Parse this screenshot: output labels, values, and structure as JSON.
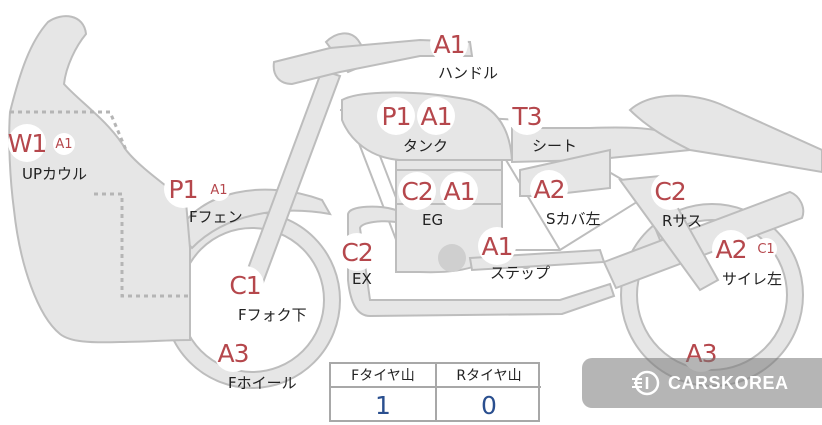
{
  "parts": [
    {
      "id": "handle",
      "label": "ハンドル",
      "codes": [
        "A1"
      ]
    },
    {
      "id": "tank",
      "label": "タンク",
      "codes": [
        "P1",
        "A1"
      ]
    },
    {
      "id": "seat",
      "label": "シート",
      "codes": [
        "T3"
      ]
    },
    {
      "id": "up-cowl",
      "label": "UPカウル",
      "codes": [
        "W1",
        "A1"
      ]
    },
    {
      "id": "front-fender",
      "label": "Fフェン",
      "codes": [
        "P1",
        "A1"
      ]
    },
    {
      "id": "engine",
      "label": "EG",
      "codes": [
        "C2",
        "A1"
      ]
    },
    {
      "id": "side-cover-left",
      "label": "Sカバ左",
      "codes": [
        "A2"
      ]
    },
    {
      "id": "rear-suspension",
      "label": "Rサス",
      "codes": [
        "C2"
      ]
    },
    {
      "id": "exhaust",
      "label": "EX",
      "codes": [
        "C2"
      ]
    },
    {
      "id": "step",
      "label": "ステップ",
      "codes": [
        "A1"
      ]
    },
    {
      "id": "silencer-left",
      "label": "サイレ左",
      "codes": [
        "A2",
        "C1"
      ]
    },
    {
      "id": "front-fork-lower",
      "label": "Fフォク下",
      "codes": [
        "C1"
      ]
    },
    {
      "id": "front-wheel",
      "label": "Fホイール",
      "codes": [
        "A3"
      ]
    },
    {
      "id": "rear-wheel",
      "label": "",
      "codes": [
        "A3"
      ]
    }
  ],
  "tire_table": {
    "front_header": "Fタイヤ山",
    "rear_header": "Rタイヤ山",
    "front_value": "1",
    "rear_value": "0"
  },
  "watermark": {
    "text": "CARSKOREA"
  },
  "colors": {
    "code_text": "#b5474c",
    "table_value": "#2a4f8f",
    "part_fill": "#e6e6e6",
    "part_stroke": "#bdbdbd"
  }
}
